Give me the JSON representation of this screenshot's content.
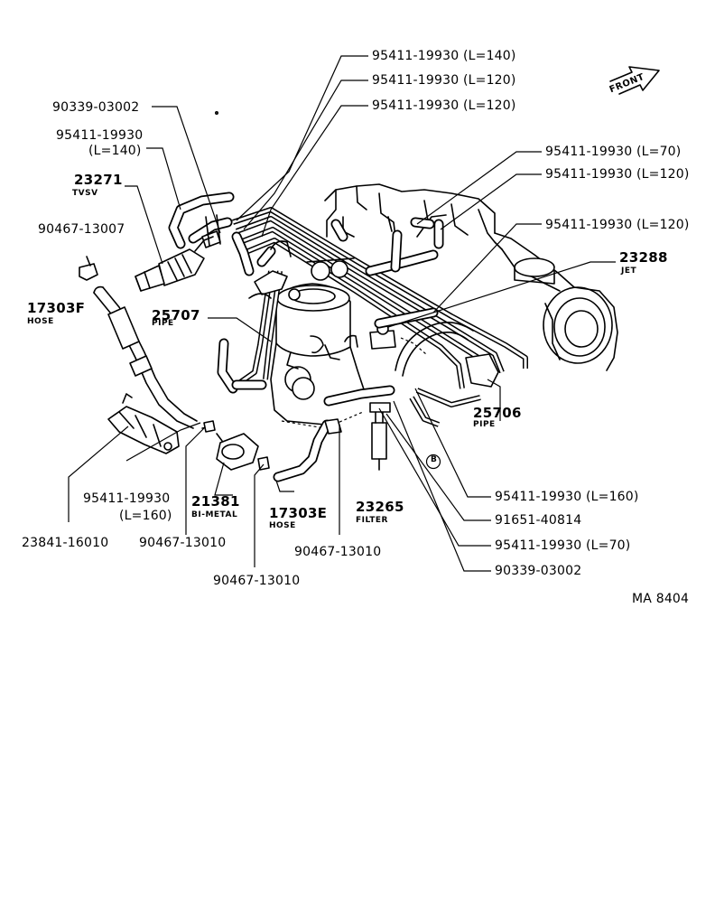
{
  "labels": {
    "hose_140_top": "95411-19930 (L=140)",
    "hose_120_a": "95411-19930 (L=120)",
    "hose_120_b": "95411-19930 (L=120)",
    "clip_90339_top": "90339-03002",
    "hose_140_left_num": "95411-19930",
    "hose_140_left_len": "(L=140)",
    "tvsv_num": "23271",
    "tvsv_name": "TVSV",
    "clip_90467_13007": "90467-13007",
    "hose_70_right": "95411-19930 (L=70)",
    "hose_120_right_a": "95411-19930 (L=120)",
    "hose_120_right_b": "95411-19930 (L=120)",
    "jet_num": "23288",
    "jet_name": "JET",
    "hose_17303f_num": "17303F",
    "hose_17303f_name": "HOSE",
    "pipe_25707_num": "25707",
    "pipe_25707_name": "PIPE",
    "pipe_25706_num": "25706",
    "pipe_25706_name": "PIPE",
    "hose_160_right": "95411-19930 (L=160)",
    "part_91651": "91651-40814",
    "hose_70_bottom": "95411-19930 (L=70)",
    "clip_90339_bottom": "90339-03002",
    "hose_160_left_num": "95411-19930",
    "hose_160_left_len": "(L=160)",
    "bimetal_num": "21381",
    "bimetal_name": "BI-METAL",
    "hose_17303e_num": "17303E",
    "hose_17303e_name": "HOSE",
    "filter_num": "23265",
    "filter_name": "FILTER",
    "part_23841": "23841-16010",
    "clip_90467_13010_a": "90467-13010",
    "clip_90467_13010_b": "90467-13010",
    "clip_90467_13010_c": "90467-13010",
    "front": "FRONT",
    "circle_b": "B",
    "drawing_code": "MA 8404"
  }
}
